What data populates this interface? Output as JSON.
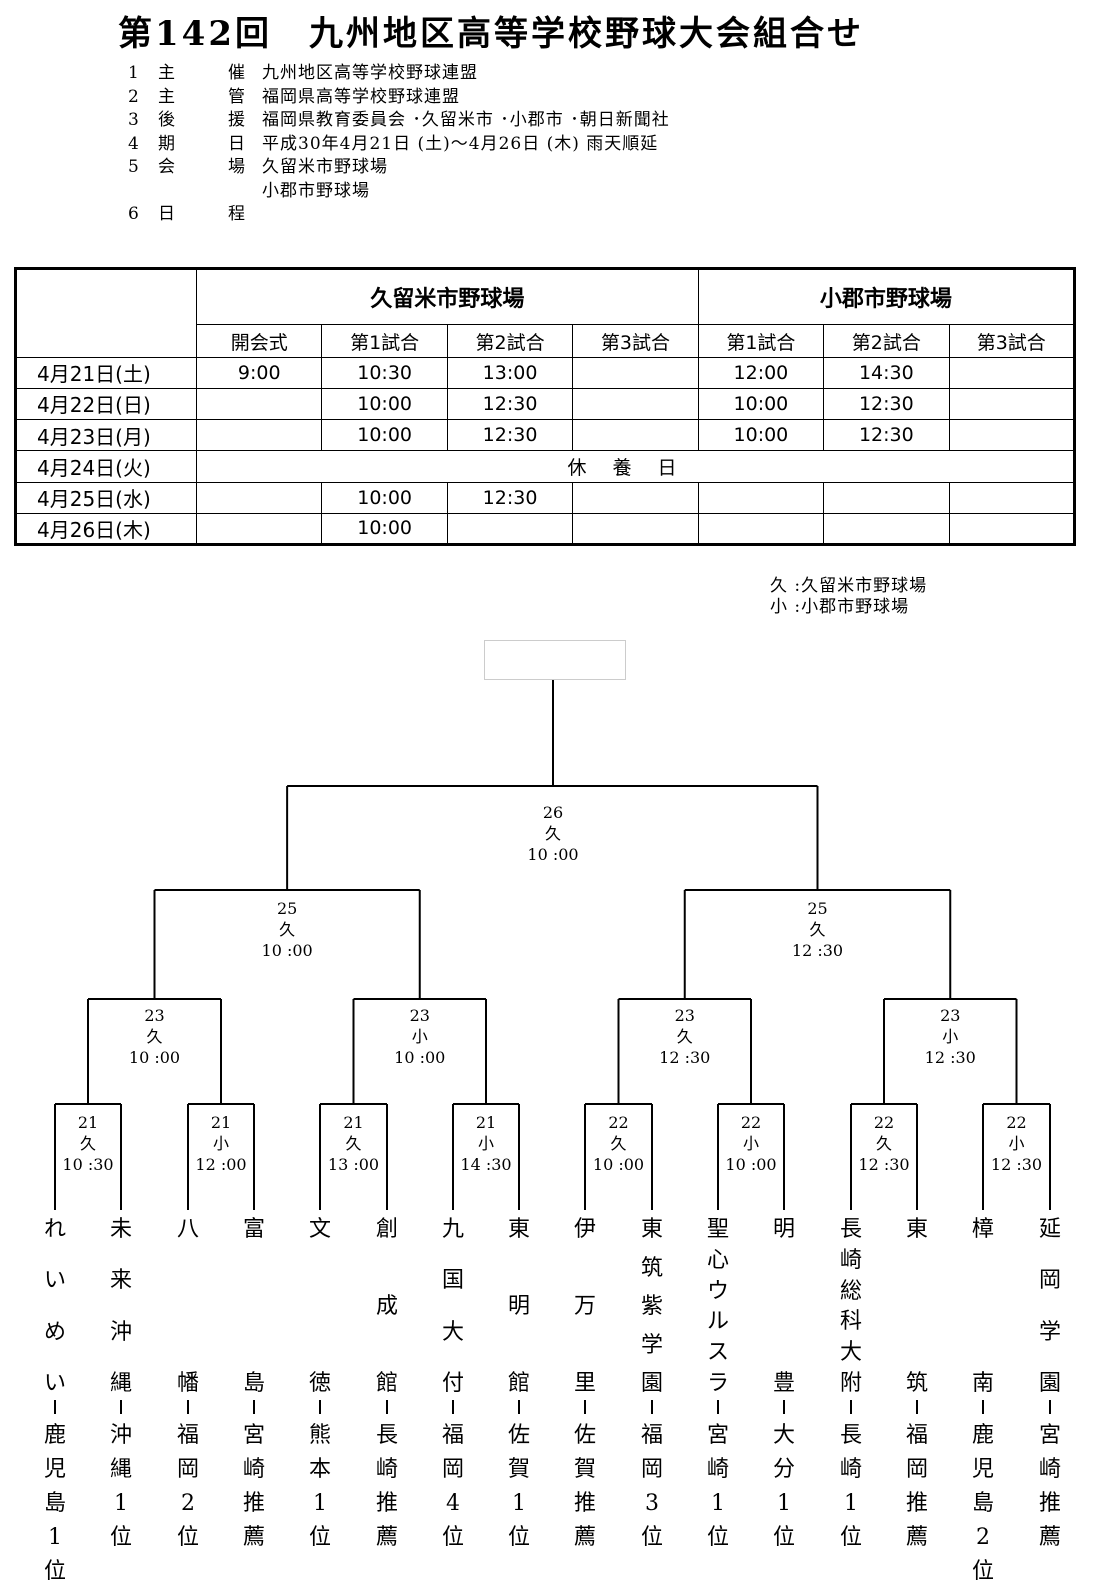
{
  "title": "第142回　九州地区高等学校野球大会組合せ",
  "info": [
    {
      "no": "1",
      "label": "主　催",
      "value": "九州地区高等学校野球連盟"
    },
    {
      "no": "2",
      "label": "主　管",
      "value": "福岡県高等学校野球連盟"
    },
    {
      "no": "3",
      "label": "後　援",
      "value": "福岡県教育委員会 ･久留米市 ･小郡市 ･朝日新聞社"
    },
    {
      "no": "4",
      "label": "期　日",
      "value": "平成30年4月21日 (土)～4月26日 (木) 雨天順延"
    },
    {
      "no": "5",
      "label": "会　場",
      "value": "久留米市野球場"
    },
    {
      "no": "",
      "label": "",
      "value": "小郡市野球場"
    },
    {
      "no": "6",
      "label": "日　程",
      "value": ""
    }
  ],
  "schedule": {
    "venues": [
      "久留米市野球場",
      "小郡市野球場"
    ],
    "headers": [
      "開会式",
      "第1試合",
      "第2試合",
      "第3試合",
      "第1試合",
      "第2試合",
      "第3試合"
    ],
    "rows": [
      {
        "date": "4月21日(土)",
        "cells": [
          "9:00",
          "10:30",
          "13:00",
          "",
          "12:00",
          "14:30",
          ""
        ]
      },
      {
        "date": "4月22日(日)",
        "cells": [
          "",
          "10:00",
          "12:30",
          "",
          "10:00",
          "12:30",
          ""
        ]
      },
      {
        "date": "4月23日(月)",
        "cells": [
          "",
          "10:00",
          "12:30",
          "",
          "10:00",
          "12:30",
          ""
        ]
      },
      {
        "date": "4月24日(火)",
        "rest": "休養日"
      },
      {
        "date": "4月25日(水)",
        "cells": [
          "",
          "10:00",
          "12:30",
          "",
          "",
          "",
          ""
        ]
      },
      {
        "date": "4月26日(木)",
        "cells": [
          "",
          "10:00",
          "",
          "",
          "",
          "",
          ""
        ]
      }
    ]
  },
  "legend": [
    "久 :久留米市野球場",
    "小 :小郡市野球場"
  ],
  "matches": [
    {
      "day": "21",
      "venue": "久",
      "time": "10 :30"
    },
    {
      "day": "21",
      "venue": "小",
      "time": "12 :00"
    },
    {
      "day": "21",
      "venue": "久",
      "time": "13 :00"
    },
    {
      "day": "21",
      "venue": "小",
      "time": "14 :30"
    },
    {
      "day": "22",
      "venue": "久",
      "time": "10 :00"
    },
    {
      "day": "22",
      "venue": "小",
      "time": "10 :00"
    },
    {
      "day": "22",
      "venue": "久",
      "time": "12 :30"
    },
    {
      "day": "22",
      "venue": "小",
      "time": "12 :30"
    },
    {
      "day": "23",
      "venue": "久",
      "time": "10 :00"
    },
    {
      "day": "23",
      "venue": "小",
      "time": "10 :00"
    },
    {
      "day": "23",
      "venue": "久",
      "time": "12 :30"
    },
    {
      "day": "23",
      "venue": "小",
      "time": "12 :30"
    },
    {
      "day": "25",
      "venue": "久",
      "time": "10 :00"
    },
    {
      "day": "25",
      "venue": "久",
      "time": "12 :30"
    },
    {
      "day": "26",
      "venue": "久",
      "time": "10 :00"
    }
  ],
  "teams": [
    {
      "name": [
        "れ",
        "い",
        "め",
        "い"
      ],
      "pref": [
        "鹿",
        "児",
        "島",
        "1",
        "位"
      ]
    },
    {
      "name": [
        "未",
        "来",
        "沖",
        "縄"
      ],
      "pref": [
        "沖",
        "縄",
        "1",
        "位"
      ]
    },
    {
      "name": [
        "八",
        "幡"
      ],
      "pref": [
        "福",
        "岡",
        "2",
        "位"
      ]
    },
    {
      "name": [
        "富",
        "島"
      ],
      "pref": [
        "宮",
        "崎",
        "推",
        "薦"
      ]
    },
    {
      "name": [
        "文",
        "徳"
      ],
      "pref": [
        "熊",
        "本",
        "1",
        "位"
      ]
    },
    {
      "name": [
        "創",
        "成",
        "館"
      ],
      "pref": [
        "長",
        "崎",
        "推",
        "薦"
      ]
    },
    {
      "name": [
        "九",
        "国",
        "大",
        "付"
      ],
      "pref": [
        "福",
        "岡",
        "4",
        "位"
      ]
    },
    {
      "name": [
        "東",
        "明",
        "館"
      ],
      "pref": [
        "佐",
        "賀",
        "1",
        "位"
      ]
    },
    {
      "name": [
        "伊",
        "万",
        "里"
      ],
      "pref": [
        "佐",
        "賀",
        "推",
        "薦"
      ]
    },
    {
      "name": [
        "東",
        "筑",
        "紫",
        "学",
        "園"
      ],
      "pref": [
        "福",
        "岡",
        "3",
        "位"
      ]
    },
    {
      "name": [
        "聖",
        "心",
        "ウ",
        "ル",
        "ス",
        "ラ"
      ],
      "pref": [
        "宮",
        "崎",
        "1",
        "位"
      ]
    },
    {
      "name": [
        "明",
        "豊"
      ],
      "pref": [
        "大",
        "分",
        "1",
        "位"
      ]
    },
    {
      "name": [
        "長",
        "崎",
        "総",
        "科",
        "大",
        "附"
      ],
      "pref": [
        "長",
        "崎",
        "1",
        "位"
      ]
    },
    {
      "name": [
        "東",
        "筑"
      ],
      "pref": [
        "福",
        "岡",
        "推",
        "薦"
      ]
    },
    {
      "name": [
        "樟",
        "南"
      ],
      "pref": [
        "鹿",
        "児",
        "島",
        "2",
        "位"
      ]
    },
    {
      "name": [
        "延",
        "岡",
        "学",
        "園"
      ],
      "pref": [
        "宮",
        "崎",
        "推",
        "薦"
      ]
    }
  ]
}
